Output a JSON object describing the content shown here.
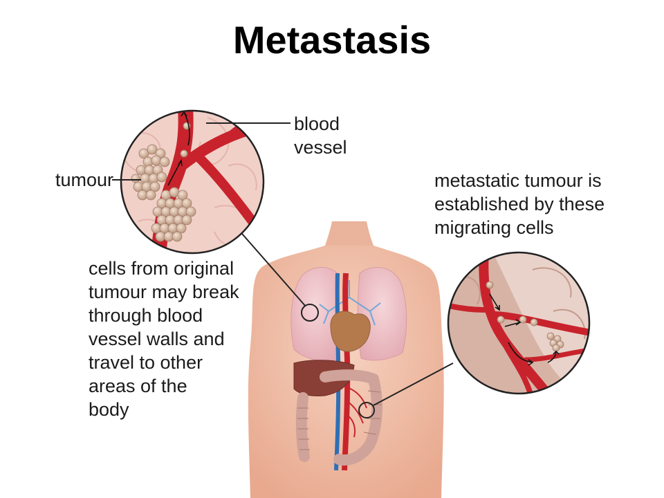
{
  "title": "Metastasis",
  "labels": {
    "blood_vessel": "blood\nvessel",
    "tumour": "tumour",
    "established": "metastatic tumour is\nestablished by these\nmigrating cells",
    "cells_break": "cells from original\ntumour may break\nthrough blood\nvessel walls and\ntravel to other\nareas of the\nbody"
  },
  "colors": {
    "vessel_red": "#c8232c",
    "vein_blue": "#2e6fb5",
    "skin": "#f2c3ab",
    "lung": "#efc4c9",
    "liver": "#8a3f36",
    "heart": "#b57a4c",
    "intestine": "#cfa39a",
    "tumour_cell": "#d9bba5",
    "tissue_bg": "#f1d0c8"
  }
}
